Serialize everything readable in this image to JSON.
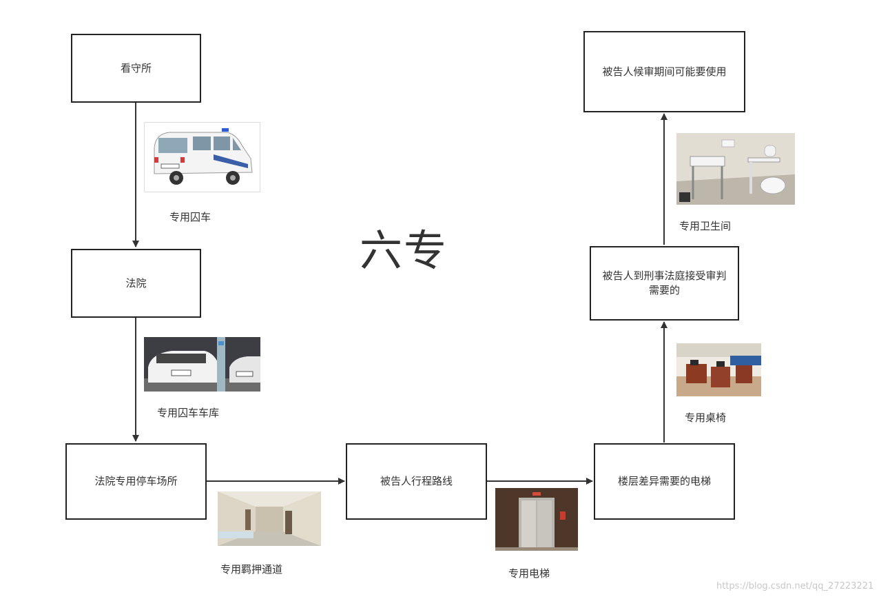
{
  "title": "六专",
  "nodes": {
    "detention": "看守所",
    "court": "法院",
    "parking": "法院专用停车场所",
    "route": "被告人行程路线",
    "elevator_need": "楼层差异需要的电梯",
    "trial": "被告人到刑事法庭接受审判需要的",
    "await": "被告人候审期间可能要使用"
  },
  "captions": {
    "van": "专用囚车",
    "garage": "专用囚车车库",
    "corridor": "专用羁押通道",
    "elevator": "专用电梯",
    "desk": "专用桌椅",
    "toilet": "专用卫生间"
  },
  "watermark": "https://blog.csdn.net/qq_27223221"
}
